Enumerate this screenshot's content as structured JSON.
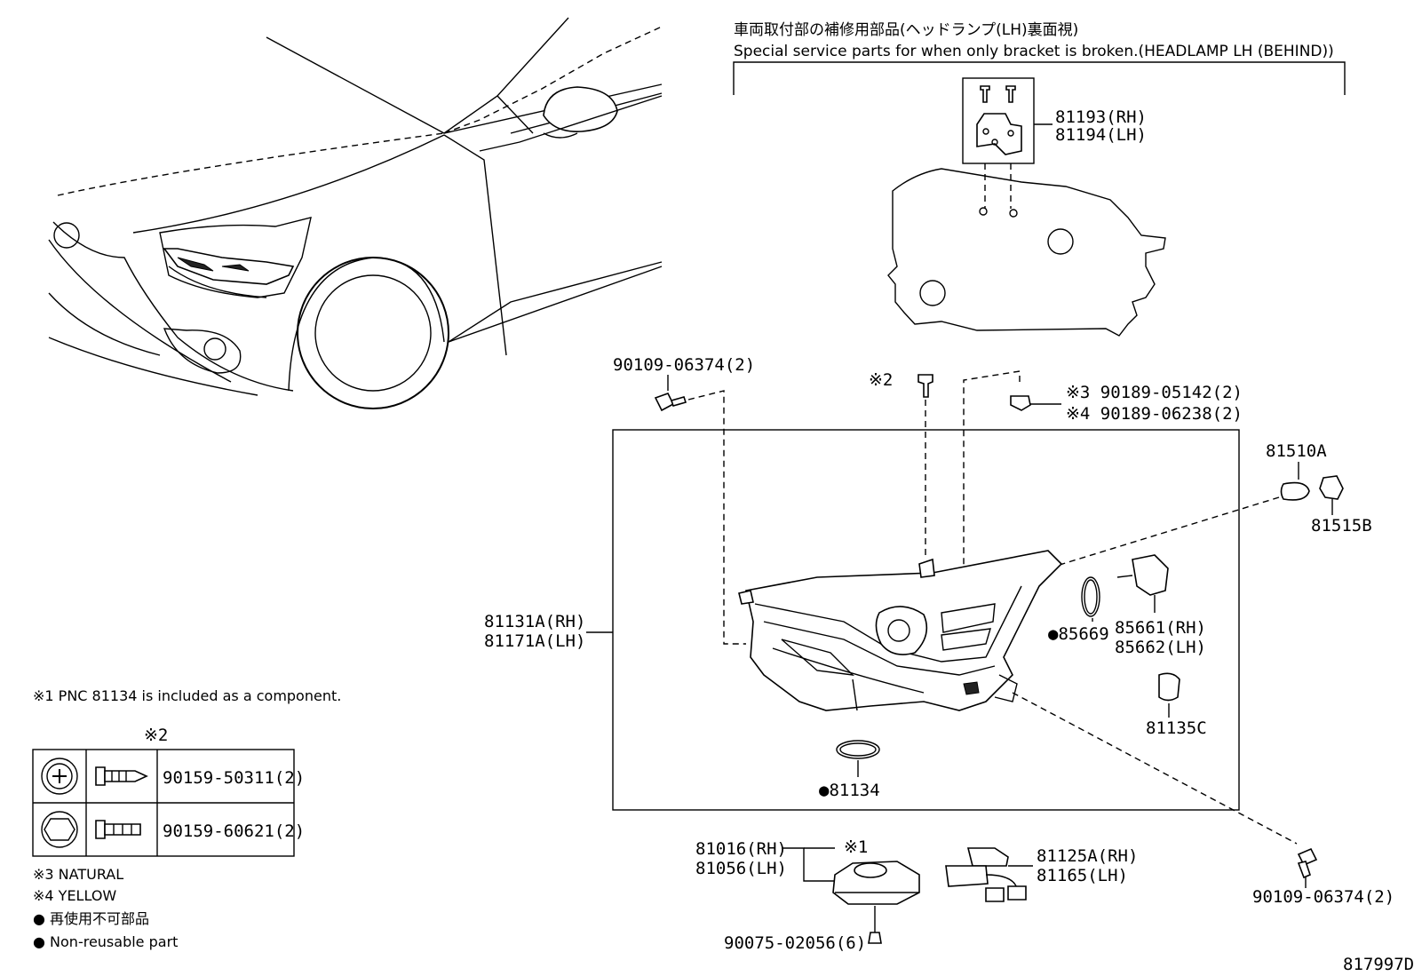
{
  "header": {
    "title_jp": "車両取付部の補修用部品(ヘッドランプ(LH)裏面視)",
    "title_en": "Special service parts for when only bracket is broken.(HEADLAMP LH (BEHIND))"
  },
  "labels": {
    "p81193": "81193(RH)",
    "p81194": "81194(LH)",
    "p90109_top": "90109-06374(2)",
    "mark2_top": "※2",
    "p90189_a": "※3 90189-05142(2)",
    "p90189_b": "※4 90189-06238(2)",
    "p81510": "81510A",
    "p81515": "81515B",
    "p81131": "81131A(RH)",
    "p81171": "81171A(LH)",
    "p85669": "●85669",
    "p85661": "85661(RH)",
    "p85662": "85662(LH)",
    "p81135": "81135C",
    "p81134": "●81134",
    "p81016": "81016(RH)",
    "p81056": "81056(LH)",
    "mark1": "※1",
    "p81125": "81125A(RH)",
    "p81165": "81165(LH)",
    "p90075": "90075-02056(6)",
    "p90109_bot": "90109-06374(2)",
    "drawing_no": "817997D"
  },
  "notes": {
    "note1": "※1 PNC 81134 is included as a component.",
    "table_mark": "※2",
    "row1_part": "90159-50311(2)",
    "row2_part": "90159-60621(2)",
    "note3": "※3  NATURAL",
    "note4": "※4  YELLOW",
    "legend_jp": "● 再使用不可部品",
    "legend_en": "● Non-reusable part"
  }
}
